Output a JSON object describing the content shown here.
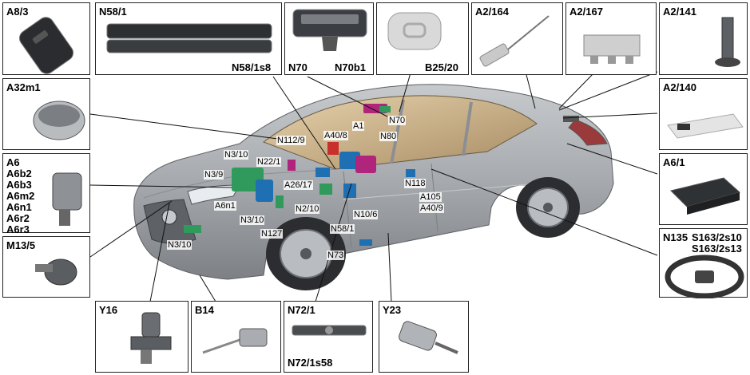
{
  "boxes": {
    "a8_3": "A8/3",
    "n58_1": "N58/1",
    "n58_1s8": "N58/1s8",
    "n70": "N70",
    "n70b1": "N70b1",
    "b25_20": "B25/20",
    "a2_164": "A2/164",
    "a2_167": "A2/167",
    "a2_141": "A2/141",
    "a32m1": "A32m1",
    "a2_140": "A2/140",
    "a6_group": "A6\nA6b2\nA6b3\nA6m2\nA6n1\nA6r2\nA6r3",
    "a6_1": "A6/1",
    "m13_5": "M13/5",
    "n135": "N135",
    "s163": "S163/2s10\nS163/2s13",
    "y16": "Y16",
    "b14": "B14",
    "n72_1": "N72/1",
    "n72_1s58": "N72/1s58",
    "y23": "Y23"
  },
  "callouts": {
    "n70": "N70",
    "a1": "A1",
    "a40_8": "A40/8",
    "n80": "N80",
    "n112_9": "N112/9",
    "n3_10_a": "N3/10",
    "n22_1": "N22/1",
    "n3_9": "N3/9",
    "a26_17": "A26/17",
    "n118": "N118",
    "a6n1": "A6n1",
    "n2_10": "N2/10",
    "a105": "A105",
    "a40_9": "A40/9",
    "n10_6": "N10/6",
    "n3_10_b": "N3/10",
    "n127": "N127",
    "n58_1": "N58/1",
    "n3_10_c": "N3/10",
    "n73": "N73"
  },
  "colors": {
    "car_body": "#a9adb1",
    "car_dark": "#6f7377",
    "glass": "#c9b08a",
    "highlight_blue": "#1f6fb3",
    "highlight_green": "#2f9a5c",
    "highlight_magenta": "#b0247c",
    "highlight_red": "#c9302c"
  }
}
